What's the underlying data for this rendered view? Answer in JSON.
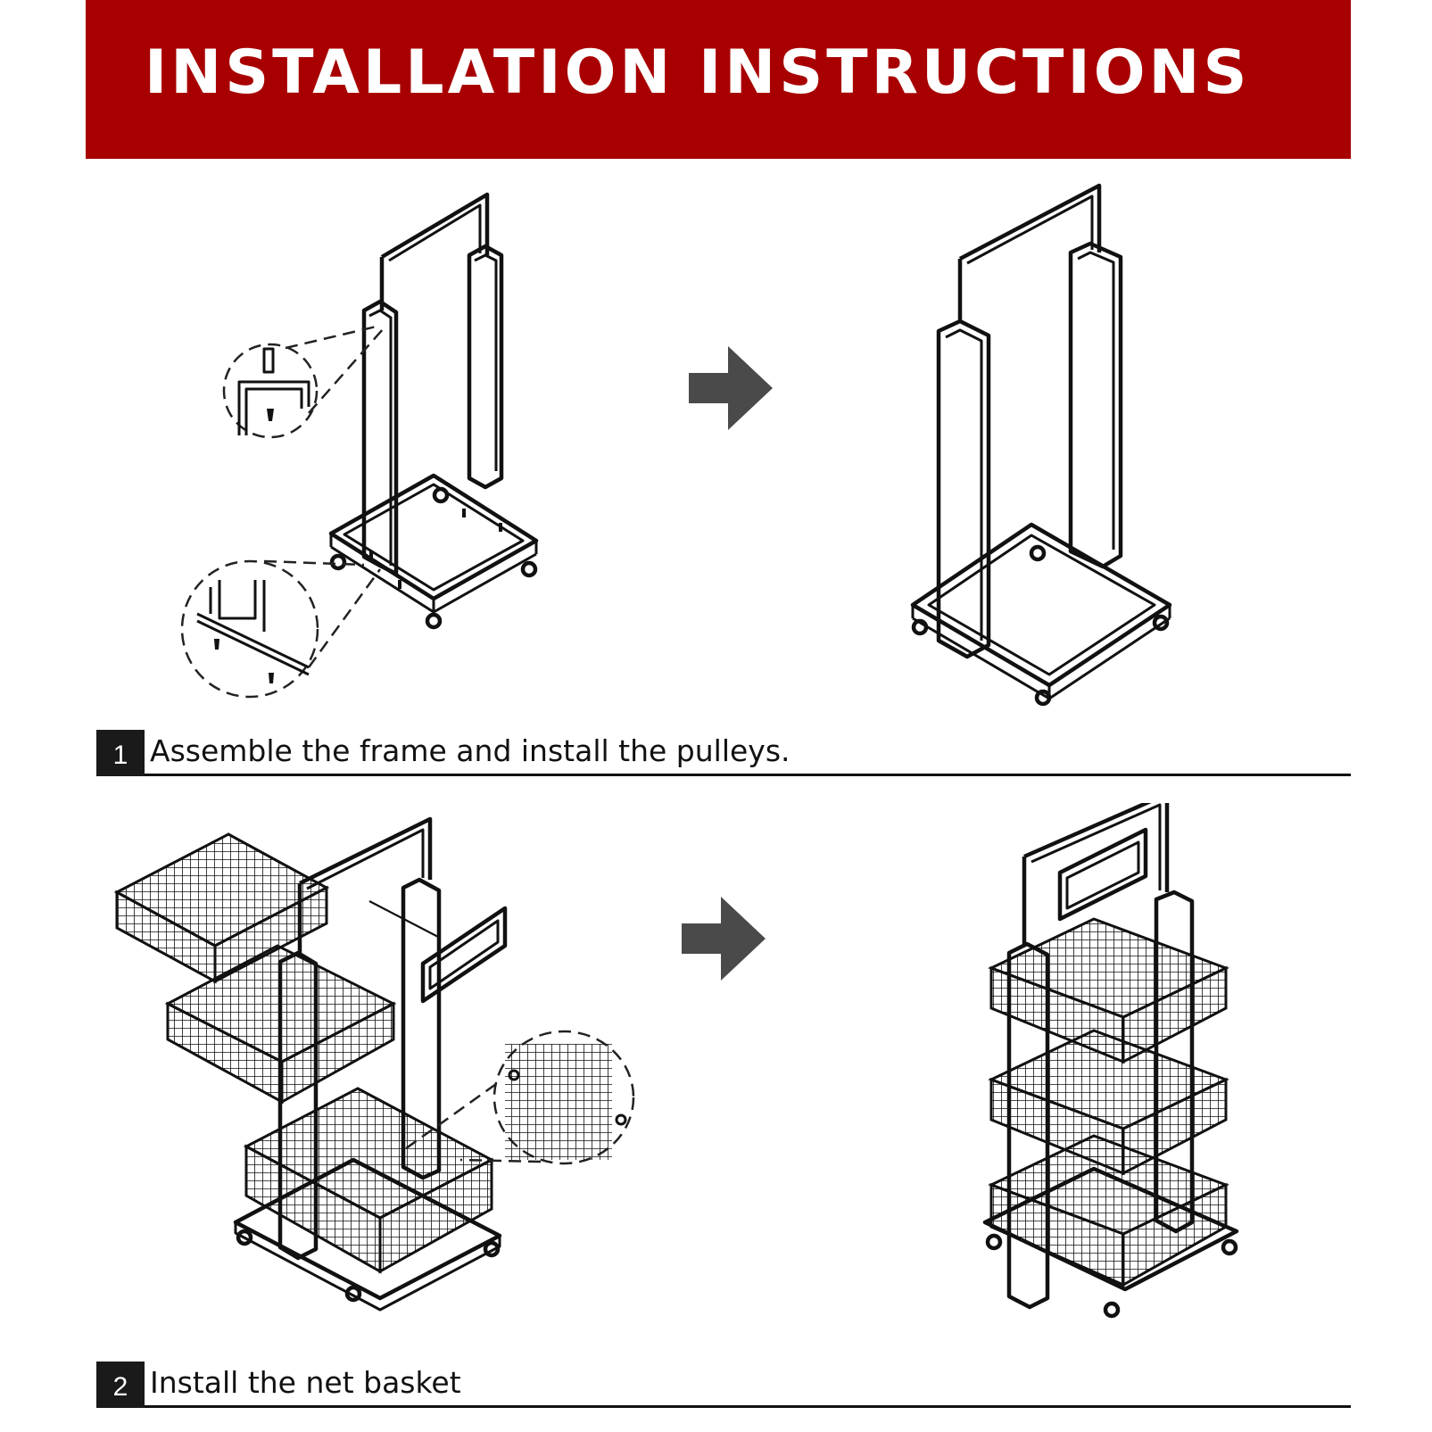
{
  "header": {
    "title": "INSTALLATION INSTRUCTIONS",
    "background_color": "#a80000",
    "text_color": "#ffffff"
  },
  "steps": [
    {
      "number": "1",
      "text": "Assemble the frame and install the pulleys.",
      "illustration_icons": [
        "frame-parts-exploded",
        "screw-detail-callout",
        "arrow-right-icon",
        "assembled-frame-with-casters"
      ]
    },
    {
      "number": "2",
      "text": "Install the net basket",
      "illustration_icons": [
        "wire-baskets-exploded",
        "sign-board",
        "basket-hook-detail-callout",
        "arrow-right-icon",
        "assembled-basket-cart"
      ]
    }
  ],
  "colors": {
    "step_badge": "#1a1a1a",
    "arrow": "#4a4a4a",
    "line_art": "#111111"
  }
}
